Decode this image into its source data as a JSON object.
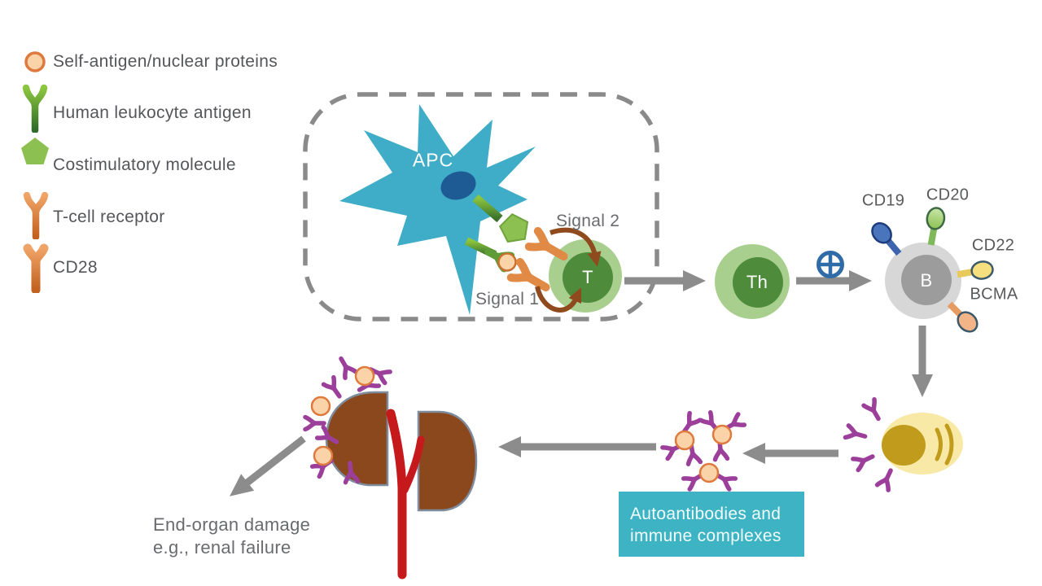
{
  "legend": {
    "items": [
      {
        "icon": "self-antigen-icon",
        "label": "Self-antigen/nuclear proteins"
      },
      {
        "icon": "hla-icon",
        "label": "Human leukocyte antigen"
      },
      {
        "icon": "costimulatory-icon",
        "label": "Costimulatory molecule"
      },
      {
        "icon": "tcr-icon",
        "label": "T-cell receptor"
      },
      {
        "icon": "cd28-icon",
        "label": "CD28"
      }
    ]
  },
  "pathway": {
    "apc_label": "APC",
    "signal1_label": "Signal 1",
    "signal2_label": "Signal 2",
    "t_cell_label": "T",
    "th_cell_label": "Th",
    "b_cell_label": "B",
    "b_receptors": {
      "cd19": "CD19",
      "cd20": "CD20",
      "cd22": "CD22",
      "bcma": "BCMA"
    }
  },
  "outcome": {
    "complexes_box": {
      "line1": "Autoantibodies and",
      "line2": "immune complexes"
    },
    "end_organ": {
      "line1": "End-organ damage",
      "line2": "e.g., renal failure"
    }
  },
  "colors": {
    "apc_teal": "#3FADC7",
    "apc_nucleus_blue": "#1E5B94",
    "cell_green_light": "#A9CF8E",
    "cell_green_dark": "#4E8C3B",
    "b_cell_gray_light": "#D7D7D7",
    "b_cell_gray_dark": "#9C9C9C",
    "arrow_gray": "#8C8C8C",
    "dashed_border_gray": "#8A8A8A",
    "antibody_purple": "#9C3F9B",
    "antigen_orange_fill": "#FAD3A8",
    "antigen_orange_stroke": "#DF7A3E",
    "receptor_orange": "#E08A45",
    "receptor_green": "#5E9C37",
    "signal_arrow_brown": "#8F4A1D",
    "plasma_body_yellow": "#F9E9A6",
    "plasma_nucleus_gold": "#C09B1C",
    "kidney_brown": "#8A481C",
    "kidney_outline": "#7E8C9E",
    "vessel_red": "#C6191C",
    "stimulation_blue": "#2F6BA7",
    "box_teal": "#3DB3C4",
    "text_gray": "#58595B"
  }
}
